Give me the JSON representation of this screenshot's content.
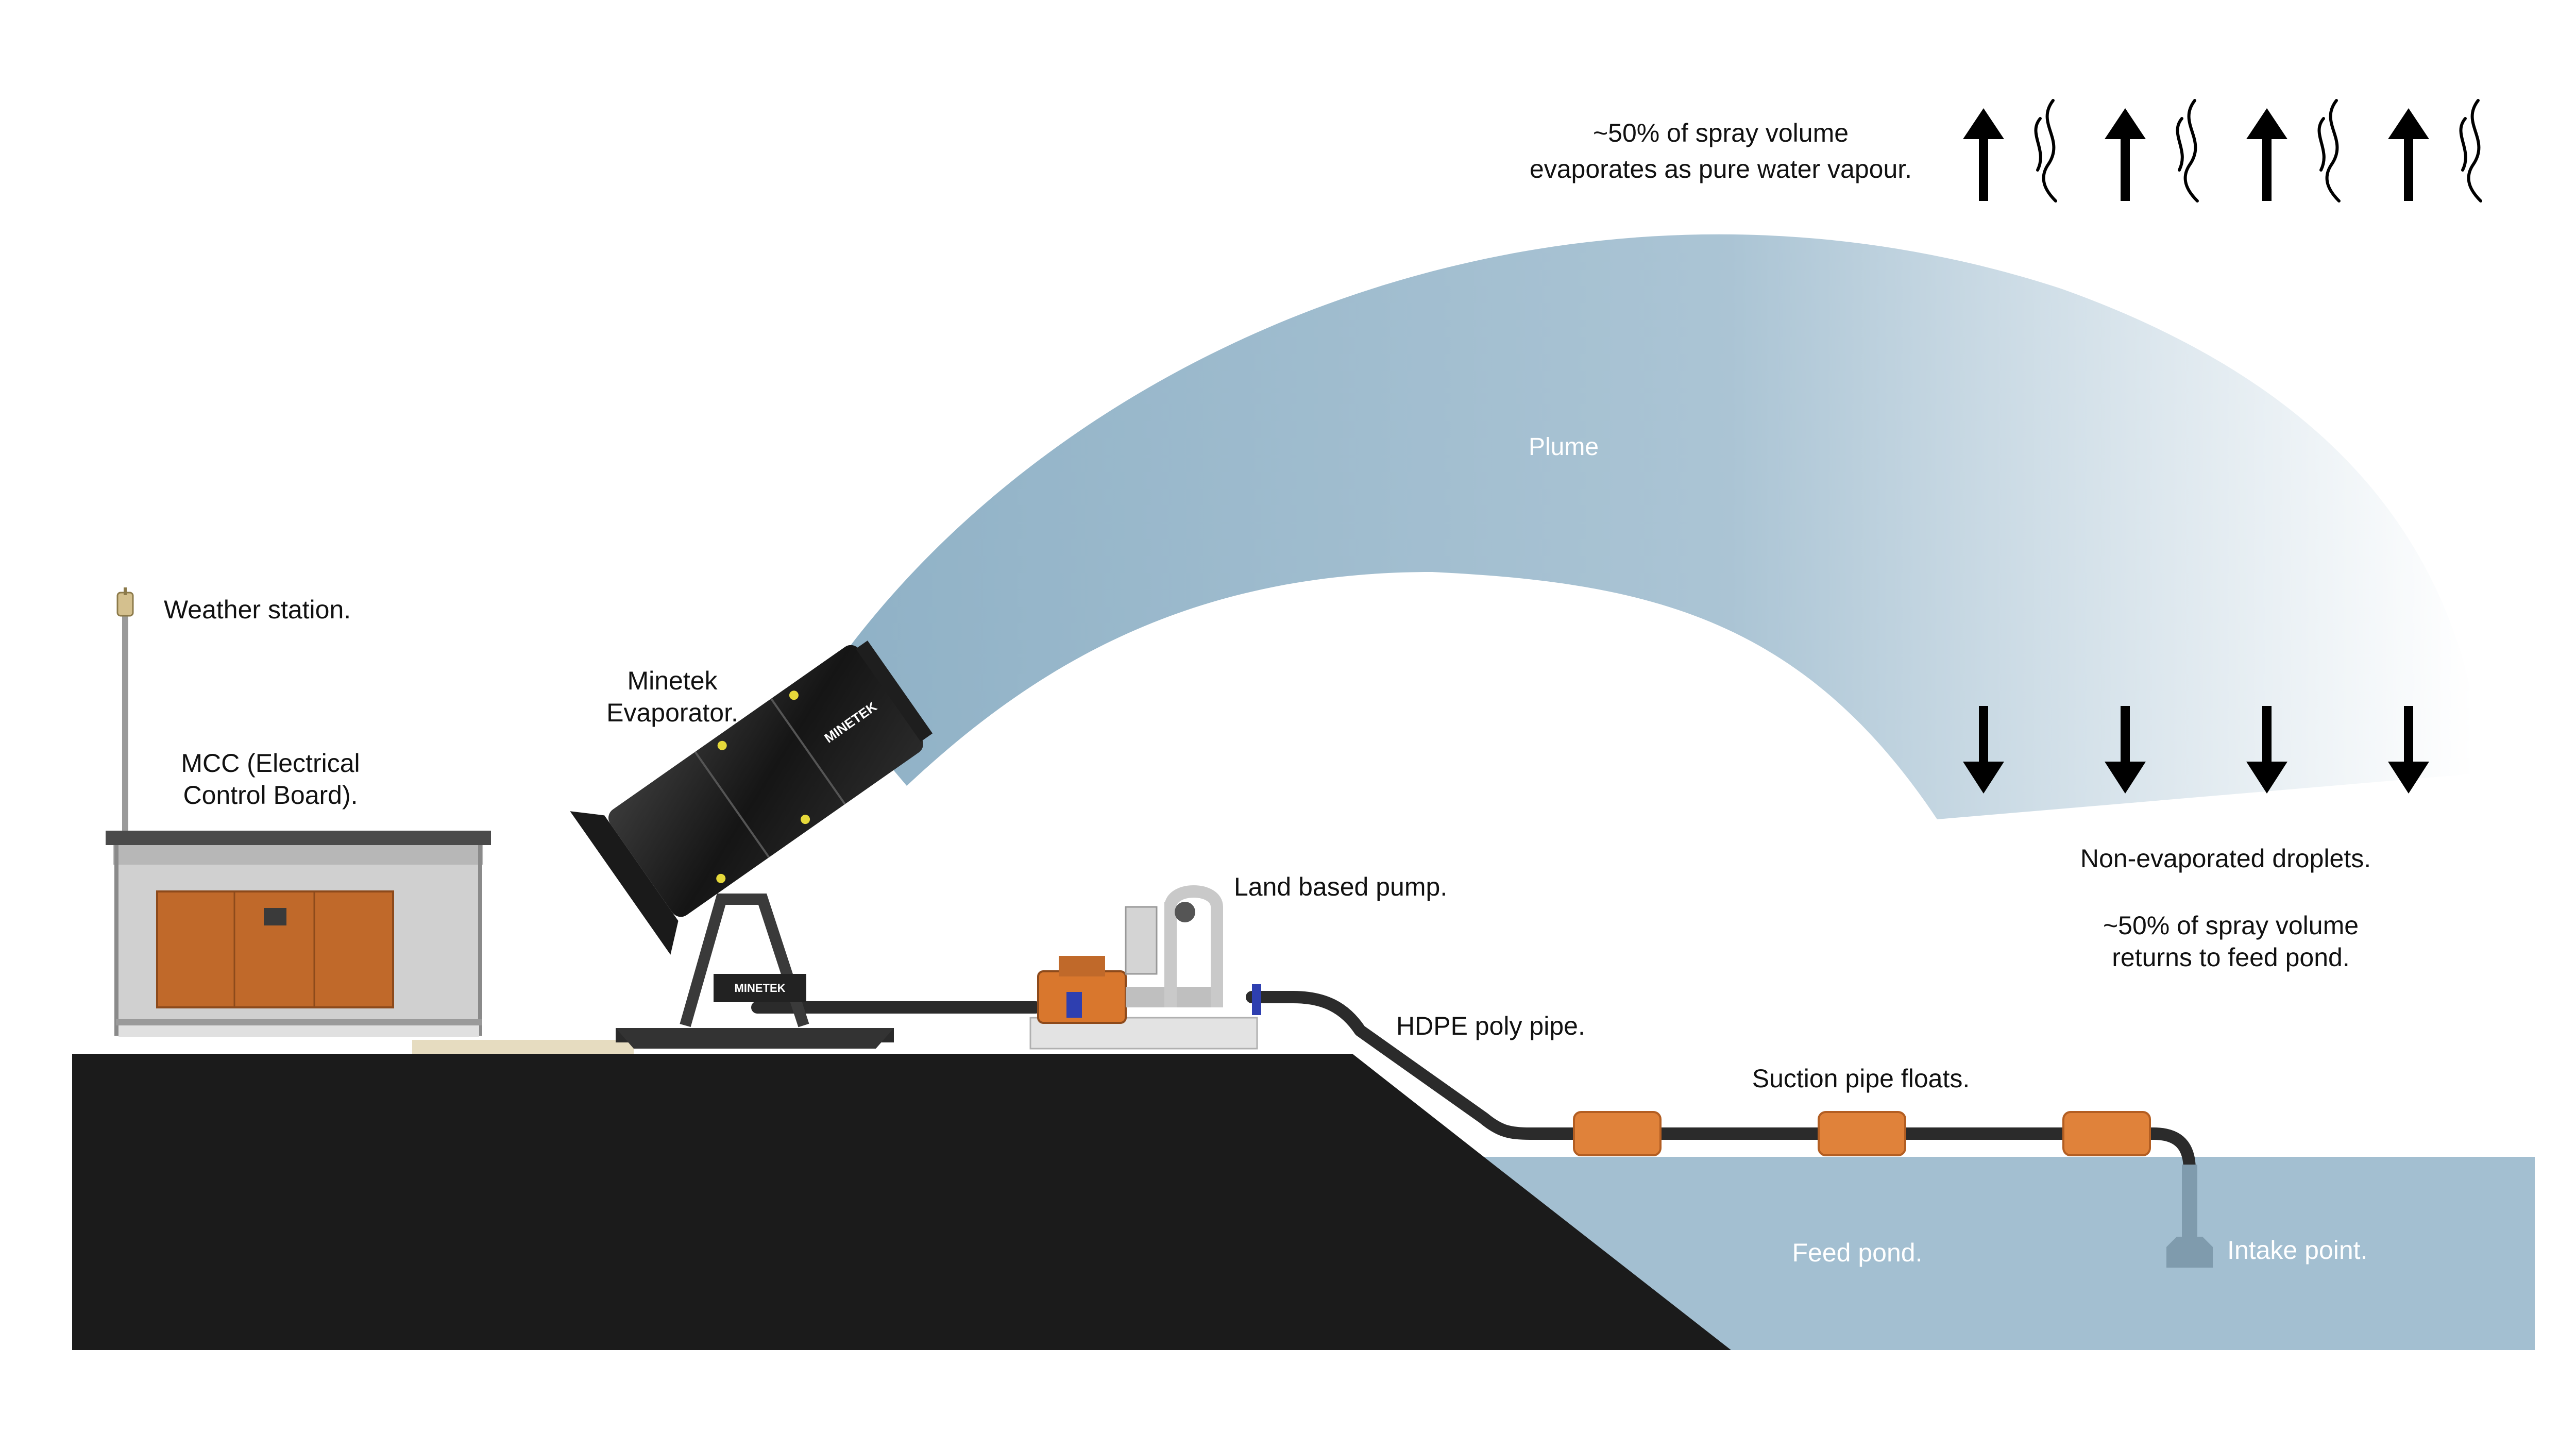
{
  "labels": {
    "vapour_line1": "~50% of spray volume",
    "vapour_line2": "evaporates as pure water vapour.",
    "plume": "Plume",
    "weather_station": "Weather station.",
    "evaporator_line1": "Minetek",
    "evaporator_line2": "Evaporator.",
    "mcc_line1": "MCC (Electrical",
    "mcc_line2": "Control Board).",
    "pump": "Land based pump.",
    "pipe": "HDPE poly pipe.",
    "floats": "Suction pipe floats.",
    "droplets": "Non-evaporated droplets.",
    "return_line1": "~50% of spray volume",
    "return_line2": "returns to feed pond.",
    "feed_pond": "Feed pond.",
    "intake": "Intake point.",
    "brand": "MINETEK"
  },
  "colors": {
    "ground": "#1b1b1b",
    "pond": "#a3bfd1",
    "plume": "#8fb1c6",
    "floats": "#e0823a",
    "mcc_panel": "#c0692a",
    "pipe": "#2b2b2b",
    "text_dark": "#111111",
    "text_light": "#ffffff"
  },
  "icons": {
    "vapour": [
      "up-arrow-icon",
      "steam-wave-icon"
    ],
    "droplets": "down-arrow-icon"
  }
}
